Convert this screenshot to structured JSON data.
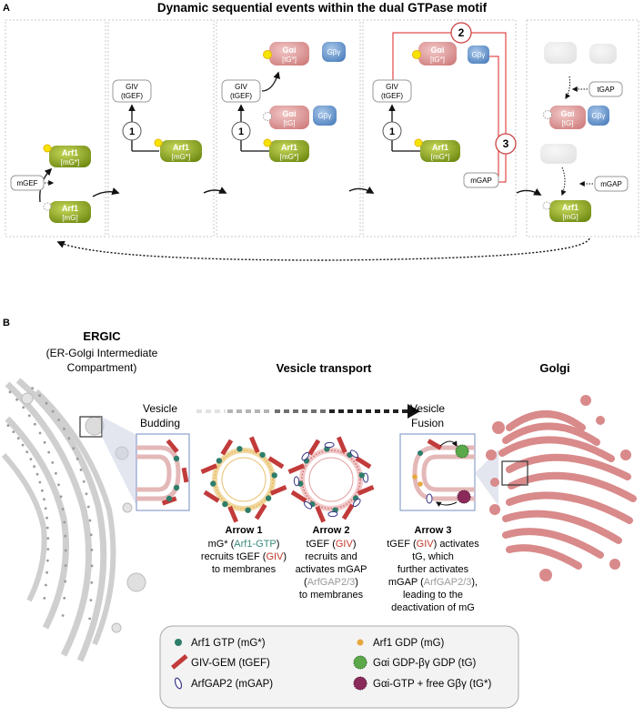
{
  "panel_a": {
    "label": "A",
    "title": "Dynamic sequential events within the dual GTPase motif",
    "arf1": "Arf1",
    "mg_star": "[mG*]",
    "mg": "[mG]",
    "mgef": "mGEF",
    "giv": "GIV",
    "tgef": "(tGEF)",
    "gai": "Gαi",
    "tg_star": "[tG*]",
    "tg": "[tG]",
    "gbg": "Gβγ",
    "mgap": "mGAP",
    "tgap": "tGAP",
    "step1": "1",
    "step2": "2",
    "step3": "3"
  },
  "panel_b": {
    "label": "B",
    "ergic_title": "ERGIC",
    "ergic_sub1": "(ER-Golgi Intermediate",
    "ergic_sub2": "Compartment)",
    "vesicle_transport": "Vesicle transport",
    "golgi": "Golgi",
    "budding_1": "Vesicle",
    "budding_2": "Budding",
    "fusion_1": "Vesicle",
    "fusion_2": "Fusion",
    "arrow1": {
      "title": "Arrow 1",
      "l1a": "mG* (",
      "l1b": "Arf1-GTP",
      "l1c": ")",
      "l2a": "recruits tGEF (",
      "l2b": "GIV",
      "l2c": ")",
      "l3": "to membranes"
    },
    "arrow2": {
      "title": "Arrow 2",
      "l1a": "tGEF (",
      "l1b": "GIV",
      "l1c": ")",
      "l2": "recruits and",
      "l3": "activates mGAP",
      "l4a": "(",
      "l4b": "ArfGAP2/3",
      "l4c": ")",
      "l5": "to membranes"
    },
    "arrow3": {
      "title": "Arrow 3",
      "l1a": "tGEF (",
      "l1b": "GIV",
      "l1c": ") activates",
      "l2": "tG, which",
      "l3": "further activates",
      "l4a": "mGAP (",
      "l4b": "ArfGAP2/3",
      "l4c": "),",
      "l5": "leading to the",
      "l6": "deactivation of mG"
    }
  },
  "legend": {
    "arf1_gtp": "Arf1  GTP (mG*)",
    "giv_gem": "GIV-GEM (tGEF)",
    "arfgap2": "ArfGAP2 (mGAP)",
    "arf1_gdp": "Arf1  GDP (mG)",
    "gai_gdp": "Gαi GDP-βγ  GDP (tG)",
    "gai_gtp": "Gαi-GTP + free Gβγ  (tG*)"
  },
  "colors": {
    "arf1_green": "#8aa61f",
    "gai_red": "#e0a0a0",
    "gbg_blue": "#6f9fd0",
    "golgi_pink": "#d98a8a",
    "giv_red": "#c0392b",
    "arf_teal": "#3a8a7a",
    "gap_grey": "#999999"
  }
}
